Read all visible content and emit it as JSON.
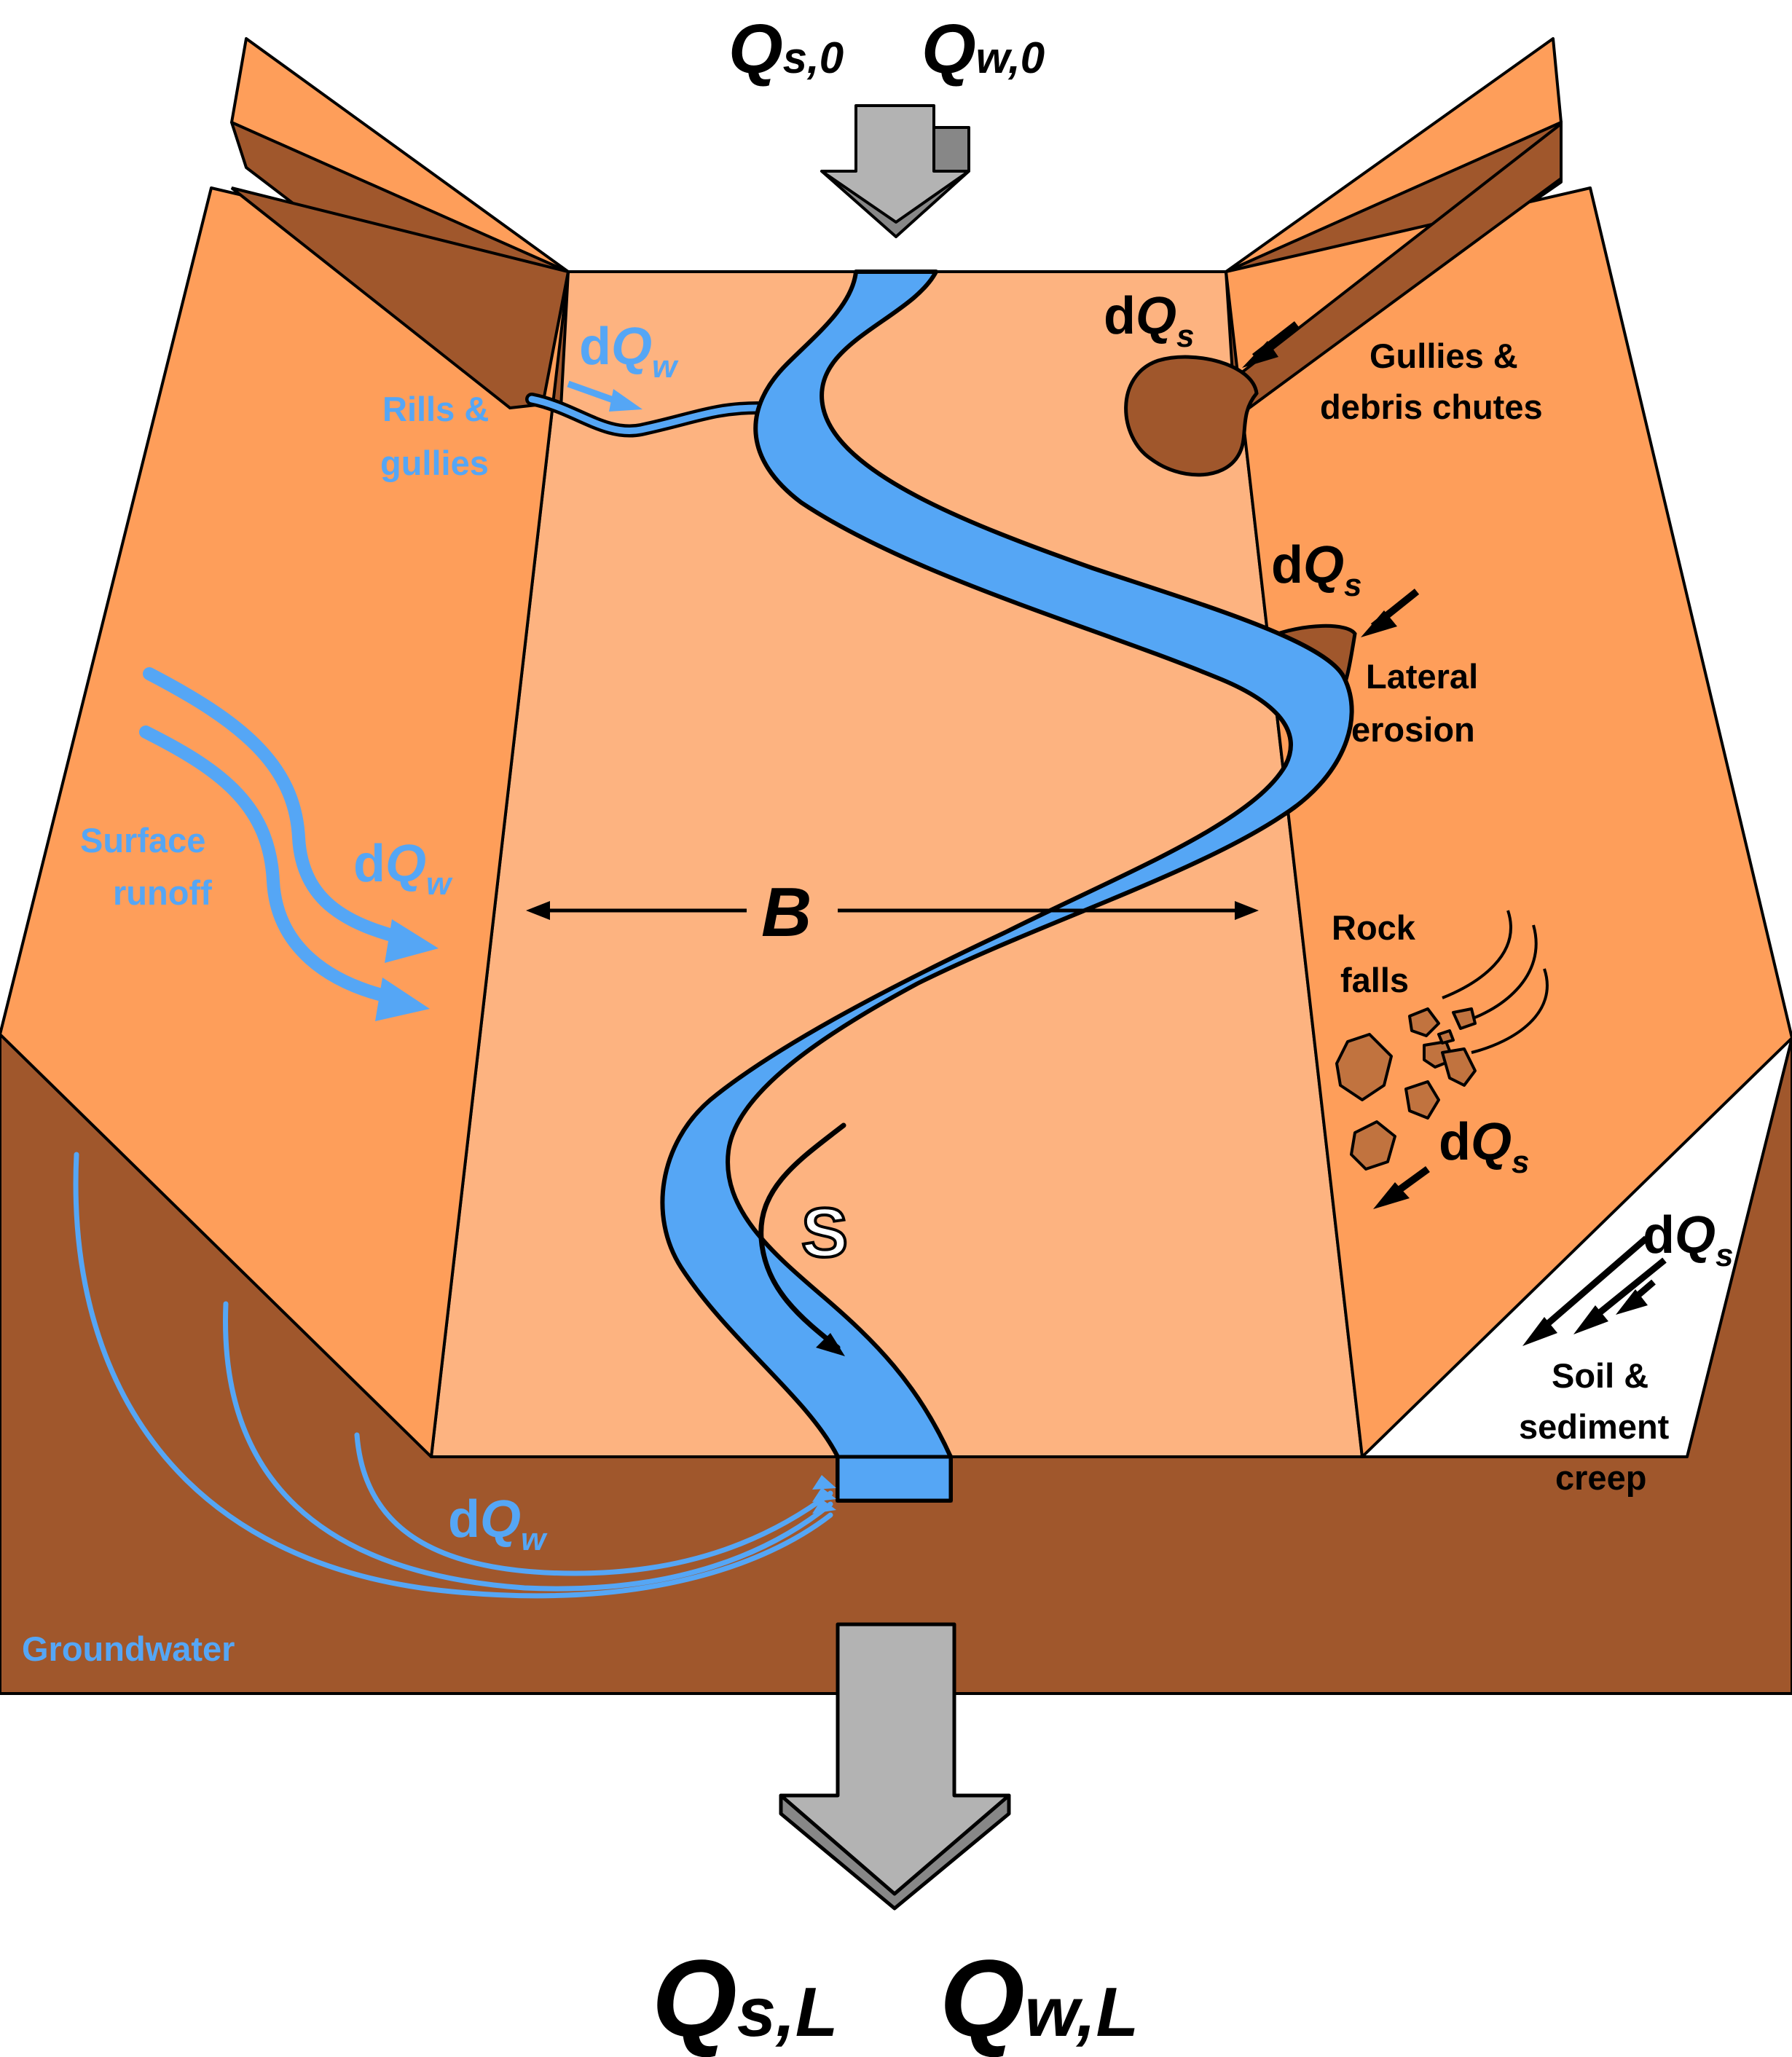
{
  "inputs": {
    "qs0": "Q",
    "qs0_sub": "s,0",
    "qw0": "Q",
    "qw0_sub": "w,0"
  },
  "outputs": {
    "qsL": "Q",
    "qsL_sub": "s,L",
    "qwL": "Q",
    "qwL_sub": "w,L"
  },
  "labels": {
    "rills_line1": "Rills &",
    "rills_line2": "gullies",
    "surface_line1": "Surface",
    "surface_line2": "runoff",
    "groundwater": "Groundwater",
    "gullies_line1": "Gullies &",
    "gullies_line2": "debris chutes",
    "lateral_line1": "Lateral",
    "lateral_line2": "erosion",
    "rock_line1": "Rock",
    "rock_line2": "falls",
    "creep_line1": "Soil &",
    "creep_line2": "sediment",
    "creep_line3": "creep",
    "width": "B",
    "slope": "S"
  },
  "terms": {
    "d": "d",
    "Q": "Q",
    "w": "w",
    "s": "s"
  },
  "colors": {
    "floor": "#fdb380",
    "wall": "#fe9e5a",
    "earth": "#a0572c",
    "earth_light": "#c1733f",
    "water": "#55a6f5",
    "arrow_grey": "#b3b3b3",
    "arrow_dark": "#878787"
  }
}
